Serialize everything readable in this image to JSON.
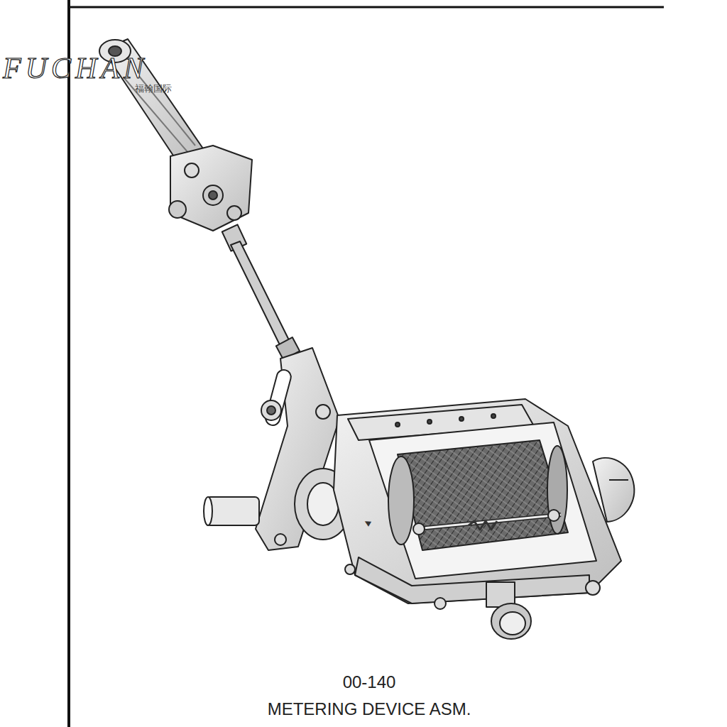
{
  "diagram": {
    "caption": "METERING DEVICE ASM.",
    "labels": [
      "FUCHAN",
      "福翰国际",
      "00-140"
    ]
  }
}
